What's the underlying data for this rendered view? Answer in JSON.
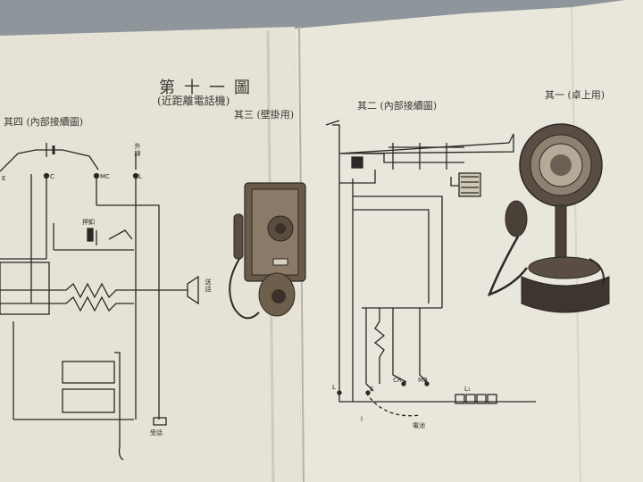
{
  "figure": {
    "title": "第十一圖",
    "subtitle": "(近距離電話機)"
  },
  "captions": {
    "fig1": "其一 (卓上用)",
    "fig2": "其二 (內部接續圖)",
    "fig3": "其三 (壁掛用)",
    "fig4": "其四 (內部接續圖)"
  },
  "labels": {
    "outer_line": "外線",
    "L": "L",
    "MC": "MC",
    "C": "C",
    "E": "E",
    "pushbutton": "押釦",
    "transmitter": "送話",
    "receiver": "受話",
    "L2": "L",
    "E2": "E",
    "CR": "CR",
    "MB": "MB",
    "L1": "L₁",
    "battery": "電池",
    "l": "l"
  }
}
